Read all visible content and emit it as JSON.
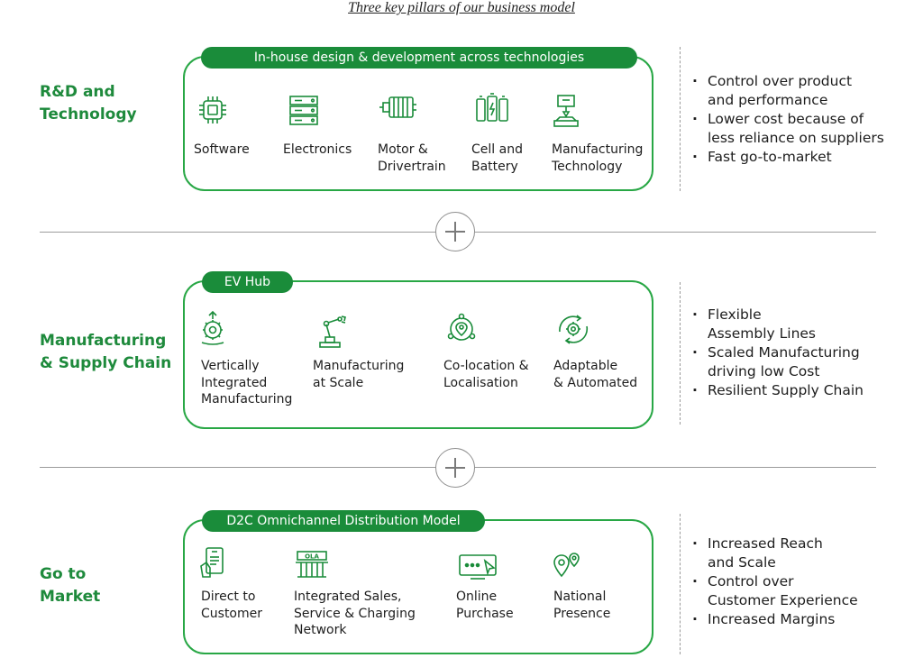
{
  "title": "Three key pillars of our business model",
  "pillars": [
    {
      "label": "R&D and\nTechnology",
      "pill": "In-house design & development across technologies",
      "items": [
        {
          "icon": "chip-icon",
          "label": "Software"
        },
        {
          "icon": "server-rack-icon",
          "label": "Electronics"
        },
        {
          "icon": "motor-icon",
          "label": "Motor &\nDrivertrain"
        },
        {
          "icon": "battery-cells-icon",
          "label": "Cell and\nBattery"
        },
        {
          "icon": "cnc-machine-icon",
          "label": "Manufacturing\nTechnology"
        }
      ],
      "bullets": [
        "Control over product\nand performance",
        "Lower cost because of\nless reliance on suppliers",
        "Fast go-to-market"
      ]
    },
    {
      "label": "Manufacturing\n& Supply Chain",
      "pill": "EV Hub",
      "items": [
        {
          "icon": "gear-arrows-icon",
          "label": "Vertically\nIntegrated\nManufacturing"
        },
        {
          "icon": "robot-arm-icon",
          "label": "Manufacturing\nat Scale"
        },
        {
          "icon": "location-network-icon",
          "label": "Co-location &\nLocalisation"
        },
        {
          "icon": "gear-cycle-icon",
          "label": "Adaptable\n& Automated"
        }
      ],
      "bullets": [
        "Flexible\nAssembly Lines",
        "Scaled Manufacturing\ndriving low Cost",
        "Resilient Supply Chain"
      ]
    },
    {
      "label": "Go to\nMarket",
      "pill": "D2C Omnichannel Distribution Model",
      "items": [
        {
          "icon": "phone-hand-icon",
          "label": "Direct to\nCustomer"
        },
        {
          "icon": "storefront-icon",
          "label": "Integrated Sales,\nService & Charging\nNetwork"
        },
        {
          "icon": "browser-cursor-icon",
          "label": "Online\nPurchase"
        },
        {
          "icon": "map-pins-icon",
          "label": "National\nPresence"
        }
      ],
      "bullets": [
        "Increased Reach\nand Scale",
        "Control over\nCustomer Experience",
        "Increased Margins"
      ]
    }
  ],
  "storefront_sign": "OLA",
  "colors": {
    "accent": "#1a8c3a",
    "border": "#28a745",
    "label": "#1e8a3c"
  }
}
